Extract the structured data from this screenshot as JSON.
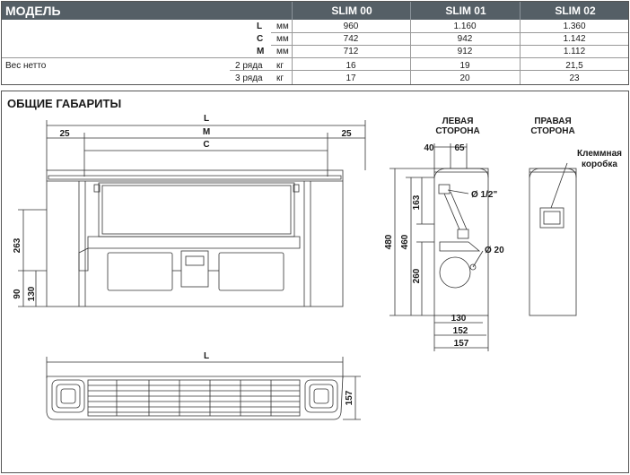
{
  "table": {
    "header": {
      "model": "МОДЕЛЬ",
      "cols": [
        "SLIM 00",
        "SLIM 01",
        "SLIM 02"
      ]
    },
    "rows": [
      {
        "param": "L",
        "unit": "мм",
        "values": [
          "960",
          "1.160",
          "1.360"
        ]
      },
      {
        "param": "C",
        "unit": "мм",
        "values": [
          "742",
          "942",
          "1.142"
        ]
      },
      {
        "param": "M",
        "unit": "мм",
        "values": [
          "712",
          "912",
          "1.112"
        ]
      },
      {
        "group": "Вес нетто",
        "param": "2 ряда",
        "unit": "кг",
        "values": [
          "16",
          "19",
          "21,5"
        ]
      },
      {
        "param": "3 ряда",
        "unit": "кг",
        "values": [
          "17",
          "20",
          "23"
        ]
      }
    ]
  },
  "drawing": {
    "title": "ОБЩИЕ ГАБАРИТЫ",
    "front": {
      "L": "L",
      "M": "M",
      "C": "C",
      "side_left": "25",
      "side_right": "25",
      "h263": "263",
      "h90": "90",
      "h130": "130"
    },
    "left_side": {
      "title1": "ЛЕВАЯ",
      "title2": "СТОРОНА",
      "d40": "40",
      "d65": "65",
      "pipe": "Ø 1/2\"",
      "drain": "Ø 20",
      "h480": "480",
      "h460": "460",
      "h163": "163",
      "h260": "260",
      "w130": "130",
      "w152": "152",
      "w157": "157"
    },
    "right_side": {
      "title1": "ПРАВАЯ",
      "title2": "СТОРОНА",
      "box1": "Клеммная",
      "box2": "коробка"
    },
    "top": {
      "L": "L",
      "h157": "157"
    }
  },
  "colors": {
    "header_bg": "#555f66",
    "line": "#333333"
  }
}
